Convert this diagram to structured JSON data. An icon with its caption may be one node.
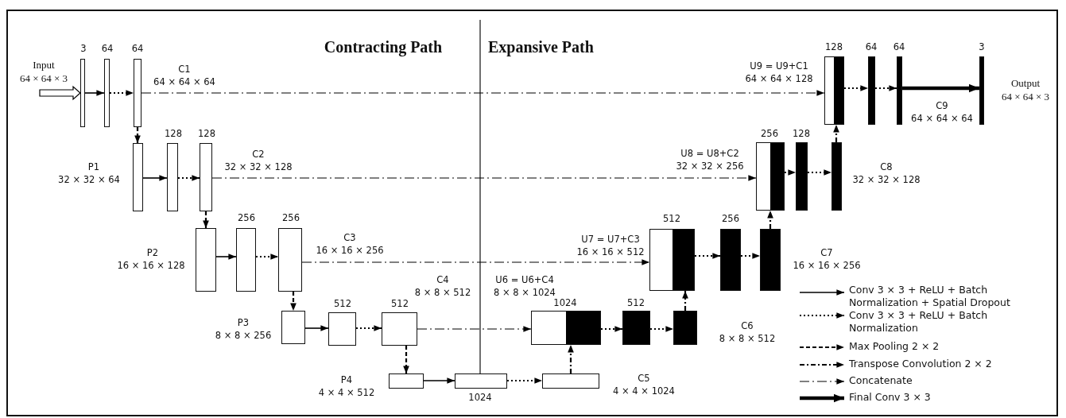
{
  "diagram": {
    "nodes": [
      {
        "text": [],
        "shape": "bar",
        "beside": [
          "3",
          "Input",
          "64 × 64 × 3"
        ]
      },
      {
        "text": [],
        "shape": "bar",
        "beside": [
          "64"
        ]
      },
      {
        "text": [],
        "shape": "bar",
        "beside": [
          "64",
          "C1",
          "64 × 64 × 64"
        ]
      },
      {
        "text": [],
        "shape": "bar",
        "beside": [
          "P1",
          "32 × 32 × 64"
        ]
      },
      {
        "text": [],
        "shape": "bar",
        "beside": [
          "128"
        ]
      },
      {
        "text": [],
        "shape": "bar",
        "beside": [
          "128",
          "C2",
          "32 × 32 × 128"
        ]
      },
      {
        "text": [],
        "shape": "bar",
        "beside": [
          "P2",
          "16 × 16 × 128"
        ]
      },
      {
        "text": [],
        "shape": "bar",
        "beside": [
          "256"
        ]
      },
      {
        "text": [],
        "shape": "bar",
        "beside": [
          "256",
          "C3",
          "16 × 16 × 256"
        ]
      },
      {
        "text": [],
        "shape": "bar",
        "beside": [
          "P3",
          "8 × 8 × 256"
        ]
      },
      {
        "text": [],
        "shape": "bar",
        "beside": [
          "512"
        ]
      },
      {
        "text": [],
        "shape": "bar",
        "beside": [
          "512",
          "C4",
          "8 × 8 × 512"
        ]
      },
      {
        "text": [],
        "shape": "bar",
        "beside": [
          "P4",
          "4 × 4 × 512"
        ]
      },
      {
        "text": [],
        "shape": "bar",
        "beside": [
          "1024"
        ]
      },
      {
        "text": [],
        "shape": "bar",
        "beside": [
          "C5",
          "4 × 4 × 1024"
        ]
      },
      {
        "text": [],
        "shape": "bar",
        "beside": [
          "1024",
          "U6 = U6+C4",
          "8 × 8 × 1024"
        ]
      },
      {
        "text": [],
        "shape": "bar",
        "beside": [
          "512"
        ]
      },
      {
        "text": [],
        "shape": "bar",
        "beside": [
          "C6",
          "8 × 8 × 512"
        ]
      },
      {
        "text": [],
        "shape": "bar",
        "beside": [
          "512",
          "U7 = U7+C3",
          "16 × 16 × 512"
        ]
      },
      {
        "text": [],
        "shape": "bar",
        "beside": [
          "256"
        ]
      },
      {
        "text": [],
        "shape": "bar",
        "beside": [
          "C7",
          "16 × 16 × 256"
        ]
      },
      {
        "text": [],
        "shape": "bar",
        "beside": [
          "256",
          "U8 = U8+C2",
          "32 × 32 × 256"
        ]
      },
      {
        "text": [],
        "shape": "bar",
        "beside": [
          "128"
        ]
      },
      {
        "text": [],
        "shape": "bar",
        "beside": [
          "C8",
          "32 × 32 × 128"
        ]
      },
      {
        "text": [],
        "shape": "bar",
        "beside": [
          "128",
          "U9 = U9+C1",
          "64 × 64 × 128"
        ]
      },
      {
        "text": [],
        "shape": "bar",
        "beside": [
          "64"
        ]
      },
      {
        "text": [],
        "shape": "bar",
        "beside": [
          "64",
          "C9",
          "64 × 64 × 64"
        ]
      },
      {
        "text": [],
        "shape": "bar",
        "beside": [
          "3",
          "Output",
          "64 × 64 × 3"
        ]
      }
    ],
    "edges": [
      {
        "from": null,
        "to": 0,
        "arrow": "to"
      },
      {
        "from": 0,
        "to": 1,
        "arrow": "to"
      },
      {
        "from": 1,
        "to": 2,
        "arrow": "to",
        "style": "dashed"
      },
      {
        "from": 2,
        "to": 3,
        "arrow": "to",
        "style": "dashed"
      },
      {
        "from": 3,
        "to": 4,
        "arrow": "to"
      },
      {
        "from": 4,
        "to": 5,
        "arrow": "to",
        "style": "dashed"
      },
      {
        "from": 5,
        "to": 6,
        "arrow": "to",
        "style": "dashed"
      },
      {
        "from": 6,
        "to": 7,
        "arrow": "to"
      },
      {
        "from": 7,
        "to": 8,
        "arrow": "to",
        "style": "dashed"
      },
      {
        "from": 8,
        "to": 9,
        "arrow": "to",
        "style": "dashed"
      },
      {
        "from": 9,
        "to": 10,
        "arrow": "to"
      },
      {
        "from": 10,
        "to": 11,
        "arrow": "to",
        "style": "dashed"
      },
      {
        "from": 11,
        "to": 12,
        "arrow": "to",
        "style": "dashed"
      },
      {
        "from": 12,
        "to": 13,
        "arrow": "to"
      },
      {
        "from": 13,
        "to": 14,
        "arrow": "to",
        "style": "dashed"
      },
      {
        "from": 14,
        "to": 15,
        "arrow": "to",
        "style": "dashed"
      },
      {
        "from": 11,
        "to": 15,
        "arrow": "to",
        "style": "dashed"
      },
      {
        "from": 15,
        "to": 16,
        "arrow": "to",
        "style": "dashed"
      },
      {
        "from": 16,
        "to": 17,
        "arrow": "to",
        "style": "dashed"
      },
      {
        "from": 17,
        "to": 18,
        "arrow": "to",
        "style": "dashed"
      },
      {
        "from": 8,
        "to": 18,
        "arrow": "to",
        "style": "dashed"
      },
      {
        "from": 18,
        "to": 19,
        "arrow": "to",
        "style": "dashed"
      },
      {
        "from": 19,
        "to": 20,
        "arrow": "to",
        "style": "dashed"
      },
      {
        "from": 20,
        "to": 21,
        "arrow": "to",
        "style": "dashed"
      },
      {
        "from": 5,
        "to": 21,
        "arrow": "to",
        "style": "dashed"
      },
      {
        "from": 21,
        "to": 22,
        "arrow": "to",
        "style": "dashed"
      },
      {
        "from": 22,
        "to": 23,
        "arrow": "to",
        "style": "dashed"
      },
      {
        "from": 23,
        "to": 24,
        "arrow": "to",
        "style": "dashed"
      },
      {
        "from": 2,
        "to": 24,
        "arrow": "to",
        "style": "dashed"
      },
      {
        "from": 24,
        "to": 25,
        "arrow": "to",
        "style": "dashed"
      },
      {
        "from": 25,
        "to": 26,
        "arrow": "to",
        "style": "dashed"
      },
      {
        "from": 26,
        "to": 27,
        "arrow": "to",
        "style": "thick"
      }
    ],
    "labels": [
      "Contracting Path",
      "Expansive Path"
    ],
    "legend": [
      {
        "text": "Conv 3 × 3 + ReLU + Batch Normalization + Spatial Dropout"
      },
      {
        "text": "Conv 3 × 3 + ReLU + Batch Normalization"
      },
      {
        "text": "Max Pooling 2 × 2"
      },
      {
        "text": "Transpose Convolution 2 × 2"
      },
      {
        "text": "Concatenate"
      },
      {
        "text": "Final Conv 3 × 3"
      }
    ]
  }
}
